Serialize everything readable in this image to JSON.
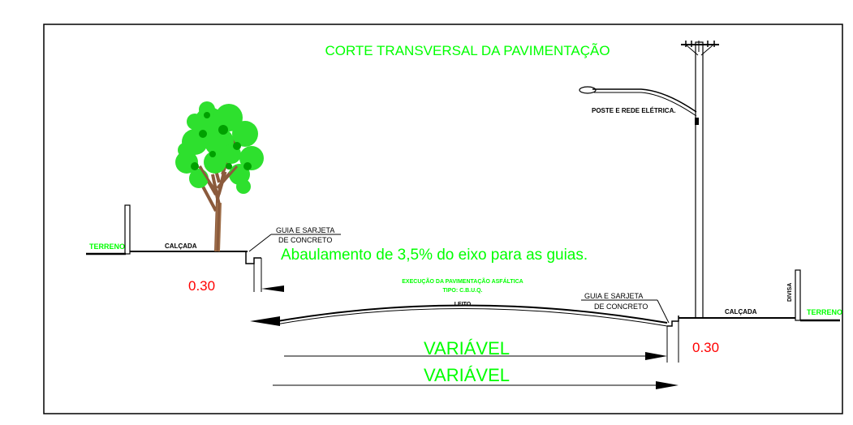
{
  "title": "CORTE TRANSVERSAL DA PAVIMENTAÇÃO",
  "left_side": {
    "terreno": "TERRENO",
    "calcada": "CALÇADA",
    "guia_line1": "GUIA E SARJETA",
    "guia_line2": "DE CONCRETO",
    "dimension": "0.30"
  },
  "right_side": {
    "terreno": "TERRENO",
    "calcada": "CALÇADA",
    "divisa": "DIVISA",
    "guia_line1": "GUIA E SARJETA",
    "guia_line2": "DE CONCRETO",
    "dimension": "0.30",
    "poste_label": "POSTE E REDE ELÉTRICA."
  },
  "road": {
    "abaulamento": "Abaulamento de 3,5% do eixo para as guias.",
    "execucao_line1": "EXECUÇÃO DA PAVIMENTAÇÃO ASFÁLTICA",
    "execucao_line2": "TIPO: C.B.U.Q.",
    "leito": "LEITO"
  },
  "dimensions": {
    "variavel_1": "VARIÁVEL",
    "variavel_2": "VARIÁVEL"
  },
  "colors": {
    "accent_green": "#00ff00",
    "dimension_red": "#ff0000",
    "line_black": "#000000"
  }
}
